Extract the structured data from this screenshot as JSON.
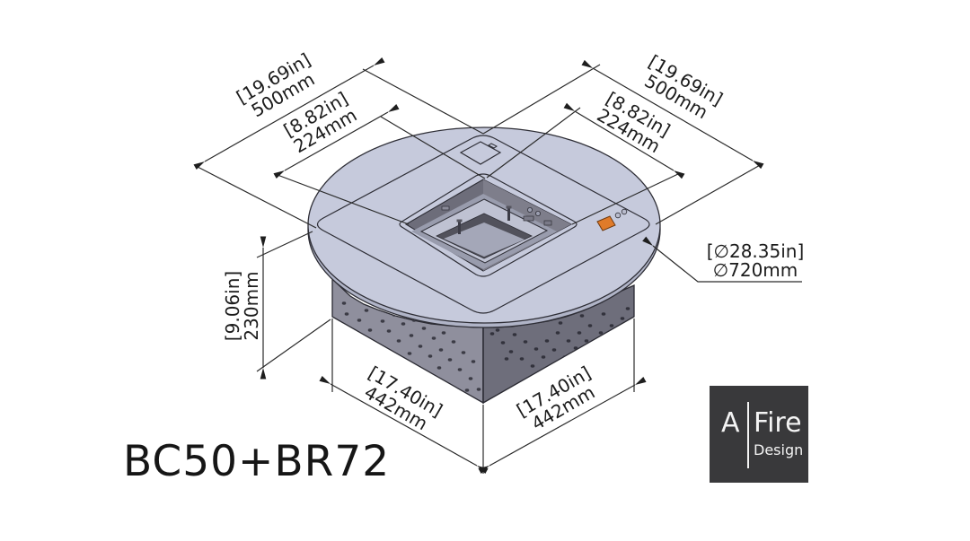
{
  "product": {
    "model": "BC50+BR72"
  },
  "logo": {
    "letter": "A",
    "word": "Fire",
    "sub": "Design"
  },
  "dimensions": {
    "top_left_outer": {
      "in": "[19.69in]",
      "mm": "500mm"
    },
    "top_left_inner": {
      "in": "[8.82in]",
      "mm": "224mm"
    },
    "top_right_outer": {
      "in": "[19.69in]",
      "mm": "500mm"
    },
    "top_right_inner": {
      "in": "[8.82in]",
      "mm": "224mm"
    },
    "base_height": {
      "in": "[9.06in]",
      "mm": "230mm"
    },
    "base_bottom_left": {
      "in": "[17.40in]",
      "mm": "442mm"
    },
    "base_bottom_right": {
      "in": "[17.40in]",
      "mm": "442mm"
    },
    "table_diameter": {
      "in": "[∅28.35in]",
      "mm": "∅720mm"
    }
  },
  "colors": {
    "tabletop": "#c6cadc",
    "table_rim": "#b0b4c7",
    "base_left_face": "#8f8f9d",
    "base_right_face": "#6e6e7b",
    "recess_wall": "#6d6d7a",
    "burner_frame": "#bfc2d2",
    "accent_orange": "#e07b2a",
    "line": "#2a2a2a",
    "logo_bg": "#39393b"
  }
}
